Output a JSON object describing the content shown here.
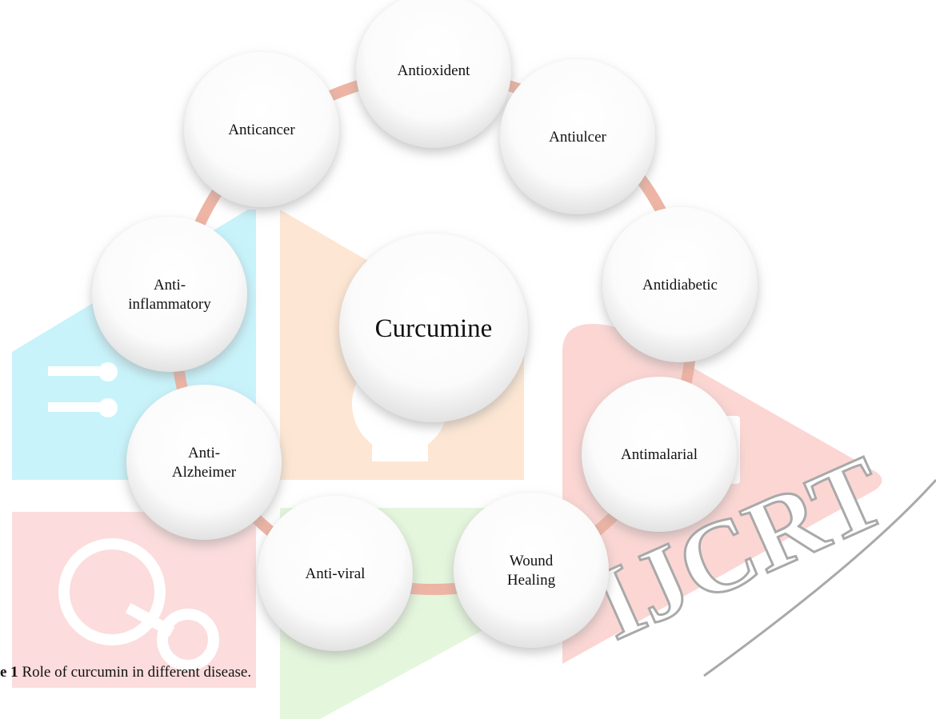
{
  "diagram": {
    "center": {
      "label": "Curcumine"
    },
    "nodes": [
      {
        "id": "antioxident",
        "lines": [
          "Antioxident"
        ]
      },
      {
        "id": "antiulcer",
        "lines": [
          "Antiulcer"
        ]
      },
      {
        "id": "antidiabetic",
        "lines": [
          "Antidiabetic"
        ]
      },
      {
        "id": "antimalarial",
        "lines": [
          "Antimalarial"
        ]
      },
      {
        "id": "wound-healing",
        "lines": [
          "Wound",
          "Healing"
        ]
      },
      {
        "id": "anti-viral",
        "lines": [
          "Anti-viral"
        ]
      },
      {
        "id": "anti-alzheimer",
        "lines": [
          "Anti-",
          "Alzheimer"
        ]
      },
      {
        "id": "anti-inflammatory",
        "lines": [
          "Anti-",
          "inflammatory"
        ]
      },
      {
        "id": "anticancer",
        "lines": [
          "Anticancer"
        ]
      }
    ],
    "ring_color": "#eeb4a4",
    "node_fill": "#ffffff",
    "node_shadow": "#b8b8b8"
  },
  "caption": {
    "prefix": "e 1",
    "text": " Role of curcumin in different disease."
  },
  "watermark": {
    "text": "IJCRT",
    "colors": {
      "cyan": "#c8f3fb",
      "orange": "#fde6d3",
      "red": "#fbd6d3",
      "green": "#e4f6dc",
      "pink": "#fcdcdc"
    }
  }
}
